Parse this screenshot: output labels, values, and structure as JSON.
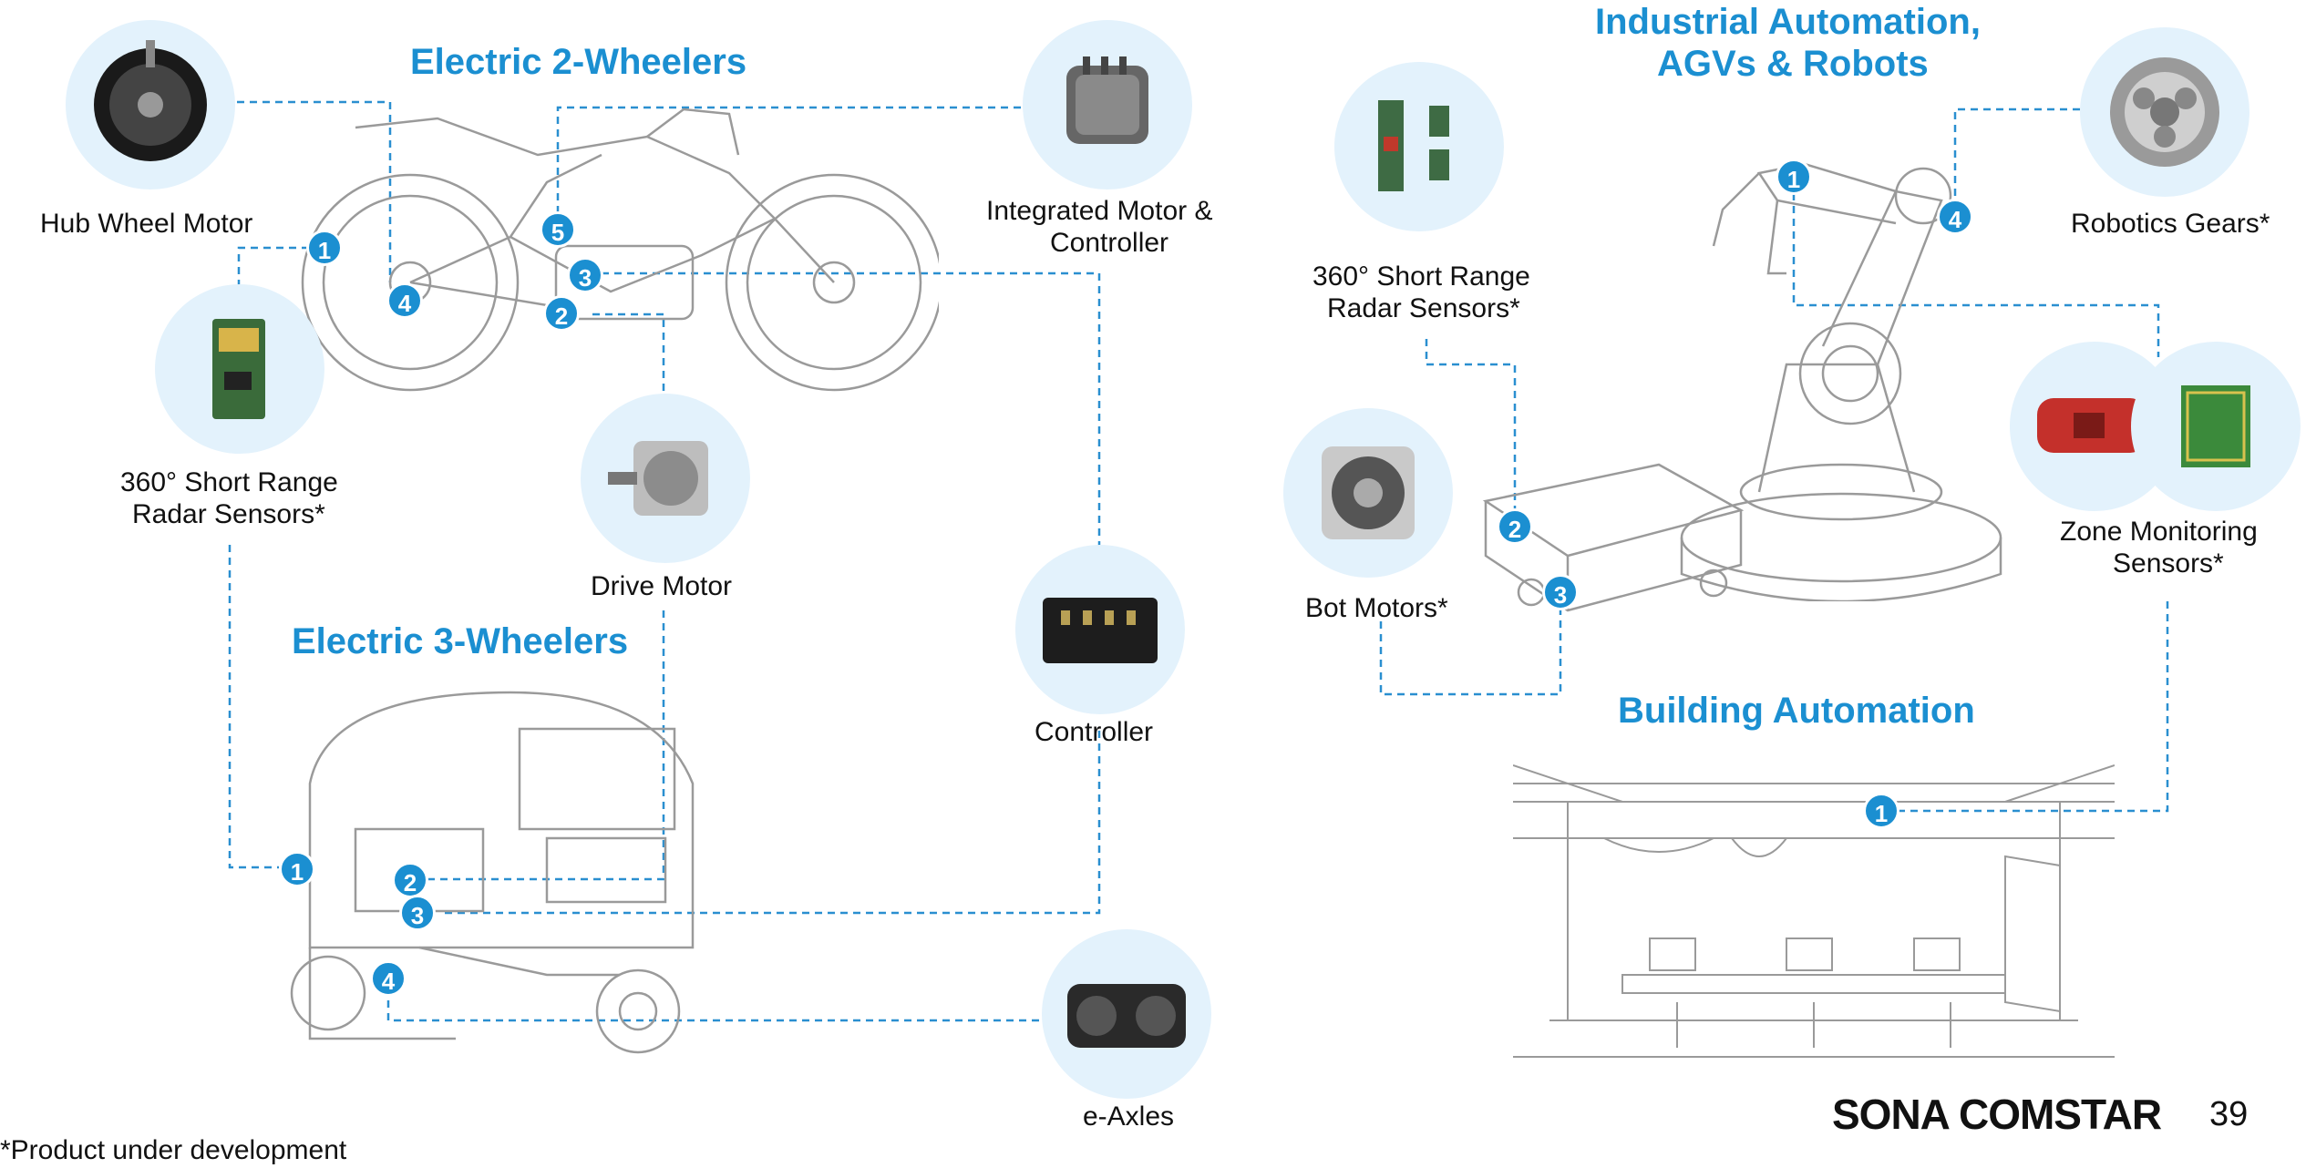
{
  "sections": {
    "two_wheelers": "Electric 2-Wheelers",
    "three_wheelers": "Electric 3-Wheelers",
    "industrial_line1": "Industrial Automation,",
    "industrial_line2": "AGVs & Robots",
    "building": "Building Automation"
  },
  "products": {
    "hub_wheel_motor": "Hub Wheel Motor",
    "radar_left_line1": "360° Short Range",
    "radar_left_line2": "Radar Sensors*",
    "integrated_line1": "Integrated Motor &",
    "integrated_line2": "Controller",
    "drive_motor": "Drive Motor",
    "controller": "Controller",
    "e_axles": "e-Axles",
    "radar_right_line1": "360° Short Range",
    "radar_right_line2": "Radar Sensors*",
    "robotics_gears": "Robotics Gears*",
    "bot_motors": "Bot Motors*",
    "zone_line1": "Zone Monitoring",
    "zone_line2": "Sensors*"
  },
  "badges": {
    "two_wheeler": [
      "1",
      "2",
      "3",
      "4",
      "5"
    ],
    "three_wheeler": [
      "1",
      "2",
      "3",
      "4"
    ],
    "robot": [
      "1",
      "4"
    ],
    "agv": [
      "2",
      "3"
    ],
    "building": [
      "1"
    ]
  },
  "footer": {
    "note": "*Product under development",
    "brand": "SONA COMSTAR",
    "page": "39"
  },
  "colors": {
    "accent": "#1b8fd1",
    "circle_bg": "#e3f2fc",
    "line": "#2a8fd0"
  }
}
